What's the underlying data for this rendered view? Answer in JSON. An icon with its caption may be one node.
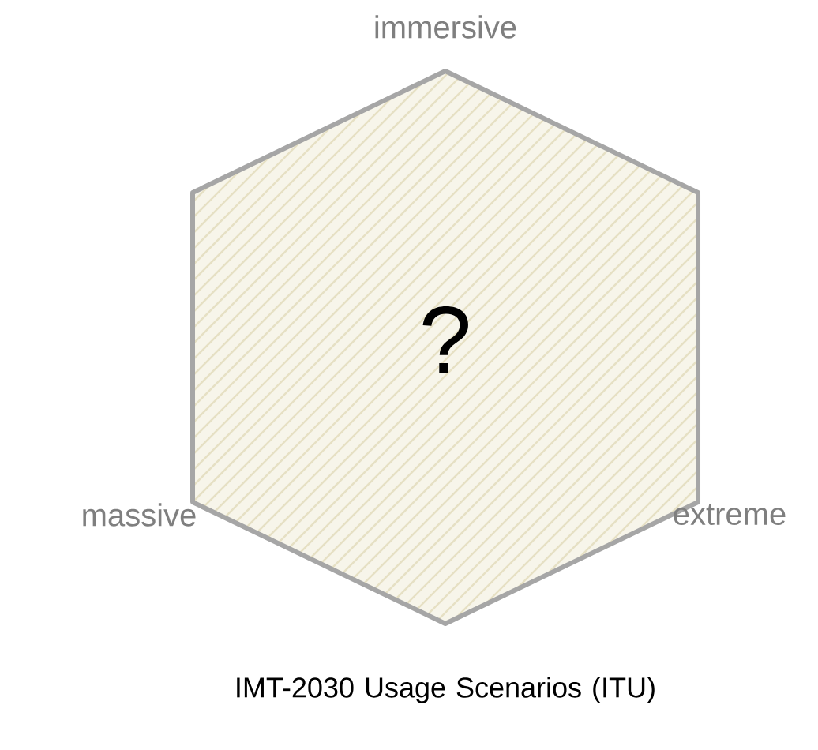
{
  "diagram": {
    "caption": "IMT-2030 Usage Scenarios (ITU)",
    "nodes": [
      {
        "text": [
          "?"
        ]
      }
    ],
    "labels": [
      "immersive",
      "massive",
      "extreme"
    ]
  }
}
